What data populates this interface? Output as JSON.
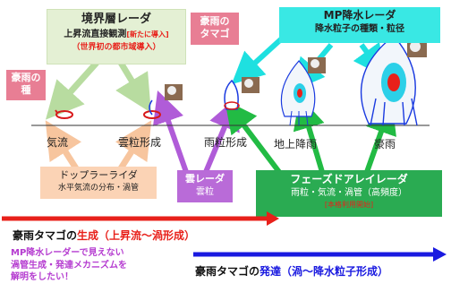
{
  "boundary_radar": {
    "title": "境界層レーダ",
    "line1": "上昇流直接観測",
    "tag": "[新たに導入]",
    "line2": "（世界初の都市域導入）"
  },
  "seed": {
    "line1": "豪雨の",
    "line2": "種"
  },
  "egg": {
    "line1": "豪雨の",
    "line2": "タマゴ"
  },
  "mp_radar": {
    "title": "MP降水レーダ",
    "subtitle": "降水粒子の種類・粒径"
  },
  "stages": {
    "airflow": "気流",
    "cloud_particle_formation": "雲粒形成",
    "rain_particle_formation": "雨粒形成",
    "ground_rainfall": "地上降雨",
    "heavy_rain": "豪雨"
  },
  "doppler_lidar": {
    "title": "ドップラーライダ",
    "subtitle": "水平気流の分布・渦管"
  },
  "cloud_radar": {
    "title": "雲レーダ",
    "subtitle": "雲粒"
  },
  "phased_array": {
    "title": "フェーズドアレイレーダ",
    "subtitle": "雨粒・気流・渦管（高頻度）",
    "tag": "[本格利用開始]"
  },
  "generation": {
    "prefix": "豪雨タマゴの",
    "highlight": "生成（上昇流～渦形成）"
  },
  "development": {
    "prefix": "豪雨タマゴの",
    "highlight": "発達（渦～降水粒子形成）"
  },
  "note": {
    "line1": "MP降水レーダーで見えない",
    "line2": "渦管生成・発達メカニズムを",
    "line3": "解明をしたい！"
  },
  "colors": {
    "boundary_radar_bg": "#e4f0d4",
    "seed_egg_bg": "#e87e94",
    "mp_radar_bg": "#39e8e4",
    "doppler_bg": "#fbd3b5",
    "cloud_radar_bg": "#b96bd8",
    "phased_array_bg": "#2aab52",
    "red_arrow": "#e8201a",
    "blue_arrow": "#1a1ae0",
    "cyan_arrow": "#1ee0e0",
    "green_arrow": "#22bb44",
    "purple_arrow": "#b05cd8",
    "light_green_arrow": "#b8dca0",
    "peach_arrow": "#f7c59e"
  }
}
